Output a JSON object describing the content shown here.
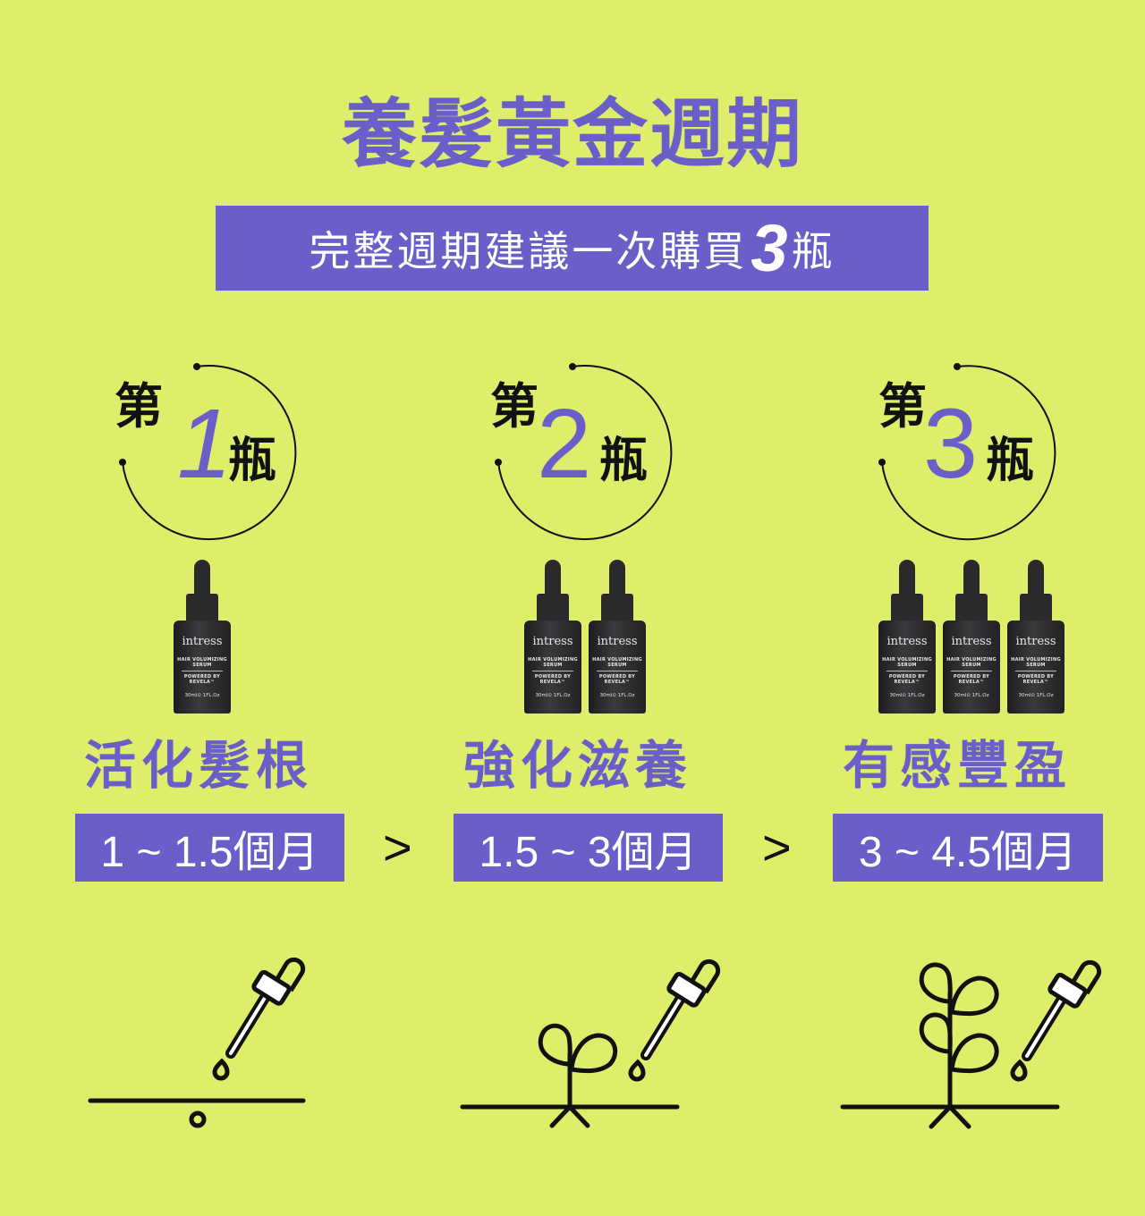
{
  "header": {
    "title": "養髮黃金週期",
    "subtitle_prefix": "完整週期建議一次購買",
    "subtitle_number": "3",
    "subtitle_suffix": "瓶"
  },
  "colors": {
    "background": "#DEEE6B",
    "accent_purple": "#6A5FC8",
    "text_dark": "#111111"
  },
  "stages": [
    {
      "label_prefix": "第",
      "number": "1",
      "label_suffix": "瓶",
      "bottle_count": 1,
      "phase": "活化髮根",
      "range": "1 ~ 1.5個月",
      "illustration": "dropper-over-seed-icon"
    },
    {
      "label_prefix": "第",
      "number": "2",
      "label_suffix": "瓶",
      "bottle_count": 2,
      "phase": "強化滋養",
      "range": "1.5 ~ 3個月",
      "illustration": "dropper-over-sprout-icon"
    },
    {
      "label_prefix": "第",
      "number": "3",
      "label_suffix": "瓶",
      "bottle_count": 3,
      "phase": "有感豐盈",
      "range": "3 ~ 4.5個月",
      "illustration": "dropper-over-plant-icon"
    }
  ],
  "separator": ">",
  "product": {
    "brand": "intress",
    "line1": "HAIR VOLUMIZING",
    "line2": "SERUM",
    "line3": "POWERED BY",
    "line4": "REVELA™",
    "volume": "30ml⊙ 1FL.Oz"
  }
}
